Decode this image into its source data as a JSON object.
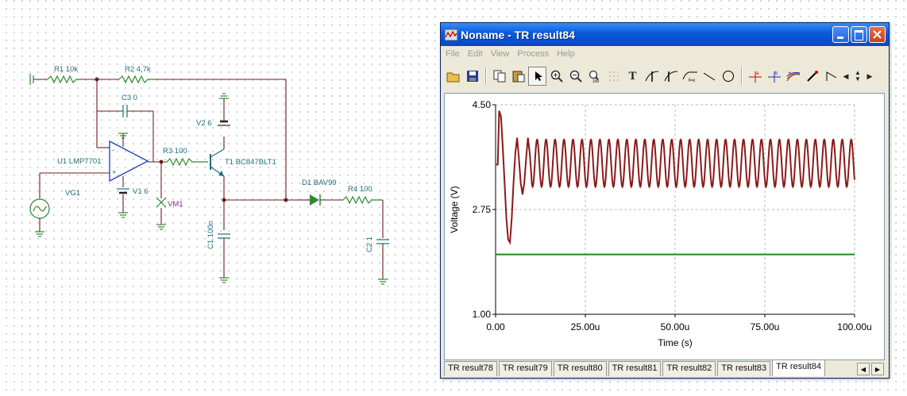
{
  "schematic": {
    "labels": {
      "r1": "R1 10k",
      "r2": "R2 4,7k",
      "c3": "C3 0",
      "u1": "U1 LMP7701",
      "r3": "R3 100",
      "v2": "V2 6",
      "t1": "T1 BC847BLT1",
      "v1": "V1 6",
      "vg1": "VG1",
      "vm1": "VM1",
      "c1": "C1 100n",
      "d1": "D1 BAV99",
      "r4": "R4 100",
      "c2": "C2 1"
    },
    "polarity": {
      "plus": "+",
      "minus": "-"
    }
  },
  "window": {
    "title": "Noname - TR result84",
    "menu": [
      "File",
      "Edit",
      "View",
      "Process",
      "Help"
    ],
    "toolbar_icons": [
      "open-icon",
      "save-icon",
      "copy-icon",
      "paste-icon",
      "pointer-icon",
      "zoom-in-icon",
      "zoom-out-icon",
      "zoom-100-icon",
      "grid-icon",
      "text-icon",
      "cursor-a-icon",
      "cursor-b-icon",
      "formula-icon",
      "line-icon",
      "circle-icon",
      "cursor-a-add-icon",
      "cursor-b-add-icon",
      "curve-add-icon",
      "probe-icon",
      "marker-icon",
      "nav-left-icon",
      "nav-updown-icon",
      "nav-right-icon"
    ],
    "tabs": [
      "TR result78",
      "TR result79",
      "TR result80",
      "TR result81",
      "TR result82",
      "TR result83",
      "TR result84"
    ],
    "active_tab": "TR result84"
  },
  "chart_data": {
    "type": "line",
    "xlabel": "Time (s)",
    "ylabel": "Voltage (V)",
    "xlim": [
      0,
      100
    ],
    "ylim": [
      1.0,
      4.5
    ],
    "x_ticks": [
      0,
      25,
      50,
      75,
      100
    ],
    "x_tick_labels": [
      "0.00",
      "25.00u",
      "50.00u",
      "75.00u",
      "100.00u"
    ],
    "y_ticks": [
      1.0,
      2.75,
      4.5
    ],
    "y_tick_labels": [
      "1.00",
      "2.75",
      "4.50"
    ],
    "grid": true,
    "series": [
      {
        "color": "#8b1a1a",
        "x": [
          0,
          0.6,
          1,
          1.5,
          2,
          2.5,
          3,
          3.5,
          4,
          4.5,
          5,
          5.5,
          6,
          6.5,
          7,
          7.5,
          8,
          8.5,
          9,
          9.5,
          10,
          12,
          14,
          16,
          18,
          20,
          30,
          40,
          50,
          60,
          70,
          80,
          90,
          100
        ],
        "y": [
          3.5,
          3.5,
          4.4,
          4.3,
          3.8,
          3.2,
          2.6,
          2.25,
          2.2,
          2.6,
          3.2,
          3.7,
          3.95,
          3.6,
          3.2,
          3.0,
          3.2,
          3.6,
          3.95,
          3.7,
          3.3,
          3.1,
          3.9,
          3.12,
          3.9,
          3.13,
          3.92,
          3.13,
          3.92,
          3.13,
          3.92,
          3.13,
          3.92,
          3.9
        ],
        "oscillation": {
          "period_us": 2.5,
          "min": 3.13,
          "max": 3.92
        }
      },
      {
        "color": "#1a8a1a",
        "x": [
          0,
          100
        ],
        "y": [
          2.0,
          2.0
        ]
      }
    ]
  }
}
